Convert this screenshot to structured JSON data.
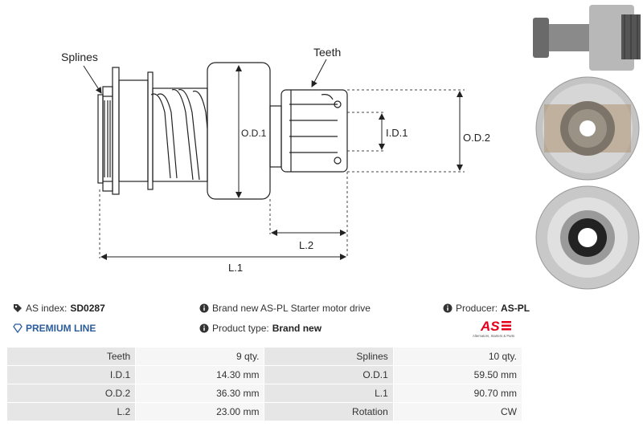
{
  "drawing": {
    "labels": {
      "splines": "Splines",
      "teeth": "Teeth",
      "od1": "O.D.1",
      "id1": "I.D.1",
      "od2": "O.D.2",
      "l2": "L.2",
      "l1": "L.1"
    }
  },
  "info": {
    "as_index_label": "AS index:",
    "as_index_value": "SD0287",
    "premium": "PREMIUM LINE",
    "brand_new_text": "Brand new AS-PL Starter motor drive",
    "product_type_label": "Product type:",
    "product_type_value": "Brand new",
    "producer_label": "Producer:",
    "producer_value": "AS-PL",
    "logo_text": "AS",
    "logo_tagline": "Alternators, Starters & Parts"
  },
  "specs": [
    {
      "k1": "Teeth",
      "v1": "9 qty.",
      "k2": "Splines",
      "v2": "10 qty."
    },
    {
      "k1": "I.D.1",
      "v1": "14.30 mm",
      "k2": "O.D.1",
      "v2": "59.50 mm"
    },
    {
      "k1": "O.D.2",
      "v1": "36.30 mm",
      "k2": "L.1",
      "v2": "90.70 mm"
    },
    {
      "k1": "L.2",
      "v1": "23.00 mm",
      "k2": "Rotation",
      "v2": "CW"
    }
  ],
  "colors": {
    "premium_blue": "#2b5c9e",
    "logo_red": "#e2001a",
    "table_key_bg": "#e6e6e6",
    "table_value_bg": "#f6f6f6"
  }
}
